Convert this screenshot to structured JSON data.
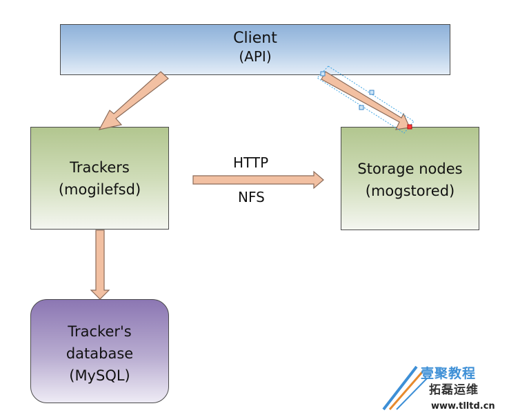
{
  "nodes": {
    "client": {
      "title": "Client",
      "subtitle": "(API)"
    },
    "trackers": {
      "line1": "Trackers",
      "line2": "(mogilefsd)"
    },
    "storage": {
      "line1": "Storage nodes",
      "line2": "(mogstored)"
    },
    "database": {
      "line1": "Tracker's",
      "line2": "database",
      "line3": "(MySQL)"
    }
  },
  "edges": {
    "http_label": "HTTP",
    "nfs_label": "NFS"
  },
  "watermark": {
    "brand": "壹聚教程",
    "brand2": "拓磊运维",
    "url": "www.tlltd.cn"
  },
  "colors": {
    "arrow_fill": "#f2c0a2",
    "arrow_stroke": "#8a6a58",
    "selection": "#3aa3e3"
  }
}
